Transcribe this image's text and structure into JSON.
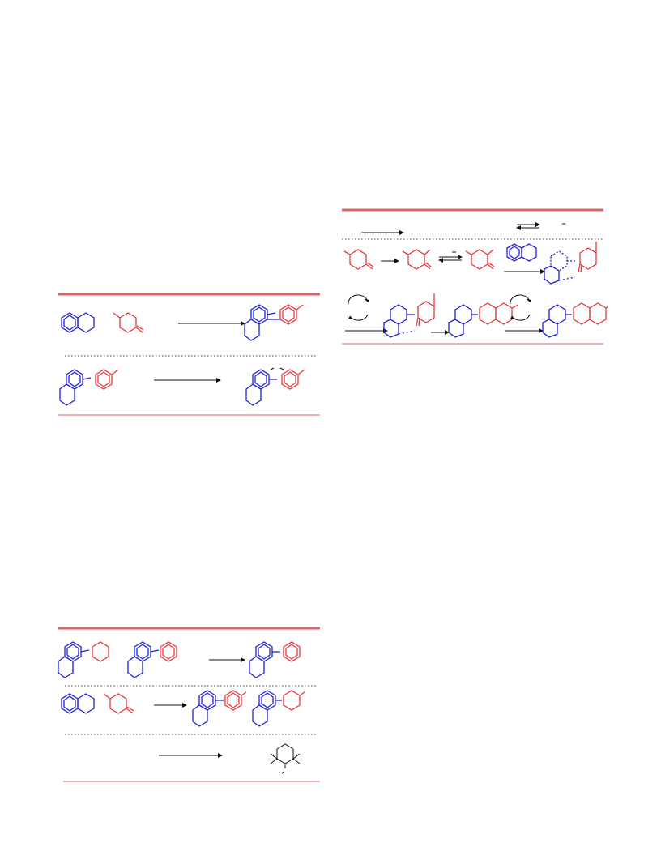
{
  "colors": {
    "amine_blue": "#2323d8",
    "ketone_red": "#e8393c",
    "rule": "#d9676a"
  },
  "figures": [
    {
      "id": "scheme-top-right"
    },
    {
      "id": "scheme-middle-left"
    },
    {
      "id": "scheme-bottom-left"
    }
  ]
}
